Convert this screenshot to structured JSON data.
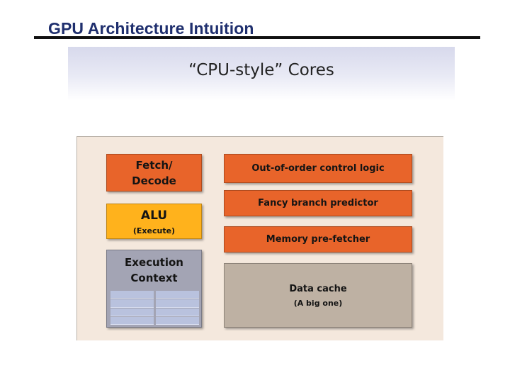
{
  "slide": {
    "title": "GPU Architecture Intuition",
    "subtitle": "“CPU-style” Cores"
  },
  "diagram": {
    "fetch_decode": {
      "line1": "Fetch/",
      "line2": "Decode"
    },
    "alu": {
      "label": "ALU",
      "sub": "(Execute)"
    },
    "execution_context": {
      "line1": "Execution",
      "line2": "Context"
    },
    "out_of_order": "Out-of-order control logic",
    "branch_predictor": "Fancy branch predictor",
    "prefetcher": "Memory pre-fetcher",
    "data_cache": {
      "label": "Data cache",
      "sub": "(A big one)"
    }
  },
  "colors": {
    "title_text": "#1f2f6e",
    "orange_block": "#e8642a",
    "alu_block": "#ffb21c",
    "context_block": "#a3a4b4",
    "cache_block": "#beb1a3",
    "diagram_background": "#f4e8dd"
  }
}
